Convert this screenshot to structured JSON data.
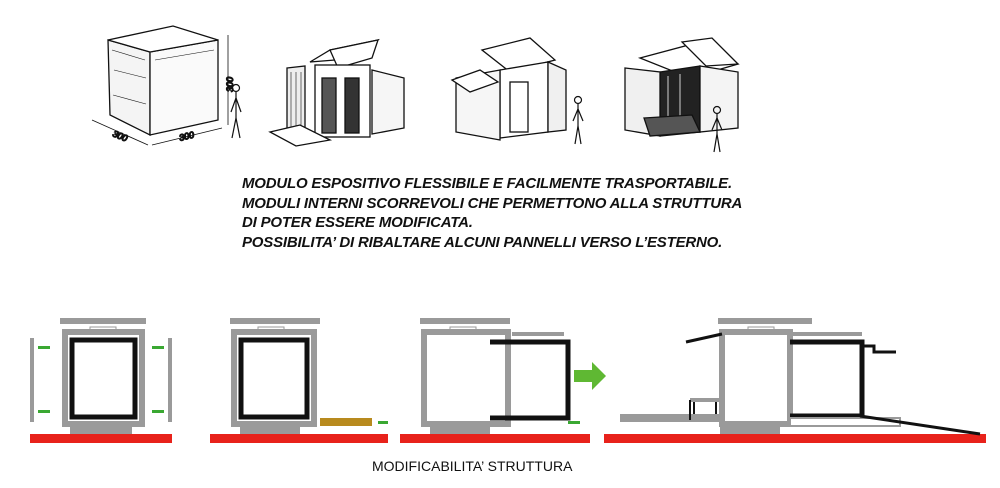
{
  "sketches": {
    "dimension_height": "300",
    "dimension_width": "300",
    "dimension_depth": "300"
  },
  "description": {
    "lines": [
      "MODULO ESPOSITIVO FLESSIBILE E FACILMENTE TRASPORTABILE.",
      "MODULI INTERNI SCORREVOLI CHE PERMETTONO ALLA STRUTTURA",
      "DI POTER  ESSERE MODIFICATA.",
      "POSSIBILITA’ DI RIBALTARE ALCUNI PANNELLI VERSO L’ESTERNO."
    ]
  },
  "caption": "MODIFICABILITA’ STRUTTURA",
  "colors": {
    "base": "#e8221b",
    "wall_grey": "#9a9a9a",
    "inner_black": "#111111",
    "marker_green": "#3aa832",
    "arrow_green": "#5fb833",
    "ramp_wood": "#b88a1e"
  }
}
